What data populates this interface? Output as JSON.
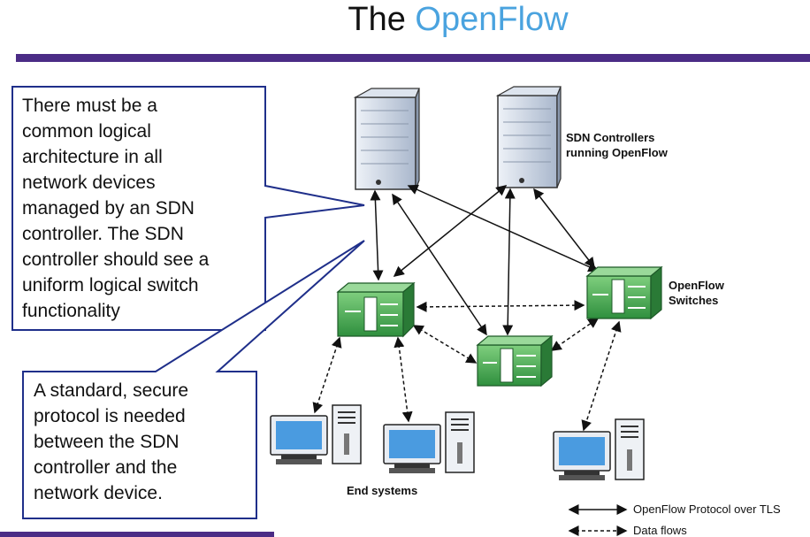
{
  "title": {
    "prefix": "The ",
    "accent": "OpenFlow",
    "accent_color": "#4aa3df"
  },
  "bar_color": "#4b2c86",
  "callouts": [
    {
      "text": "There must be a\ncommon logical\narchitecture in all\nnetwork devices\nmanaged by an SDN\ncontroller. The SDN\ncontroller should see a\nuniform logical switch\nfunctionality"
    },
    {
      "text": "A standard, secure\nprotocol is needed\nbetween the SDN\ncontroller and the\nnetwork device."
    }
  ],
  "labels": {
    "controllers": "SDN Controllers\nrunning OpenFlow",
    "switches": "OpenFlow\nSwitches",
    "end_systems": "End systems"
  },
  "legend": {
    "protocol": "OpenFlow Protocol over TLS",
    "data_flows": "Data flows"
  },
  "colors": {
    "switch_green": "#3aa04a",
    "server_blue": "#c8d4e6",
    "monitor_blue": "#4a9be0"
  }
}
